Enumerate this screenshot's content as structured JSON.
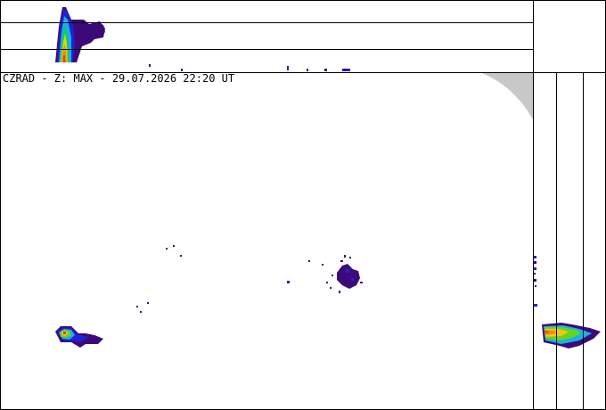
{
  "header": {
    "product_title": "CZRAD - Z: MAX - 29.07.2026 22:20 UT"
  },
  "colors": {
    "frame_line": "#000000",
    "background": "#ffffff",
    "out_of_range_sector": "#c8c8c8",
    "reflectivity_scale_low_to_high": [
      "#3c0a78",
      "#2020d8",
      "#1e6ef0",
      "#12b4e6",
      "#18c85a",
      "#6cd21e",
      "#c8dc14",
      "#f0c814",
      "#f08c14",
      "#e63c14",
      "#c8141e"
    ]
  },
  "panels": [
    "top-side-projection",
    "right-side-projection",
    "max-reflectivity-plan-view",
    "corner-box"
  ],
  "echo_cells": [
    "east-storm-cell",
    "southwest-storm-cell",
    "scattered-weak-echoes"
  ]
}
